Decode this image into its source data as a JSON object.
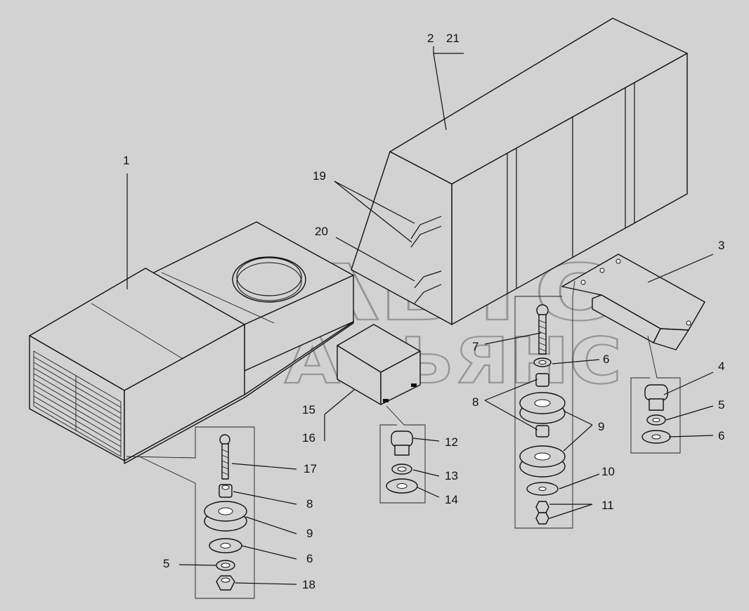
{
  "diagram": {
    "watermark_line1": "АВТО",
    "watermark_line2": "АЛЬЯНС",
    "callouts": {
      "c1": "1",
      "c2": "2",
      "c21": "21",
      "c3": "3",
      "c4": "4",
      "c5a": "5",
      "c6a": "6",
      "c6b": "6",
      "c7": "7",
      "c8a": "8",
      "c9a": "9",
      "c10": "10",
      "c11": "11",
      "c12": "12",
      "c13": "13",
      "c14": "14",
      "c15": "15",
      "c16": "16",
      "c17": "17",
      "c8b": "8",
      "c9b": "9",
      "c6c": "6",
      "c5b": "5",
      "c18": "18",
      "c19": "19",
      "c20": "20"
    }
  }
}
